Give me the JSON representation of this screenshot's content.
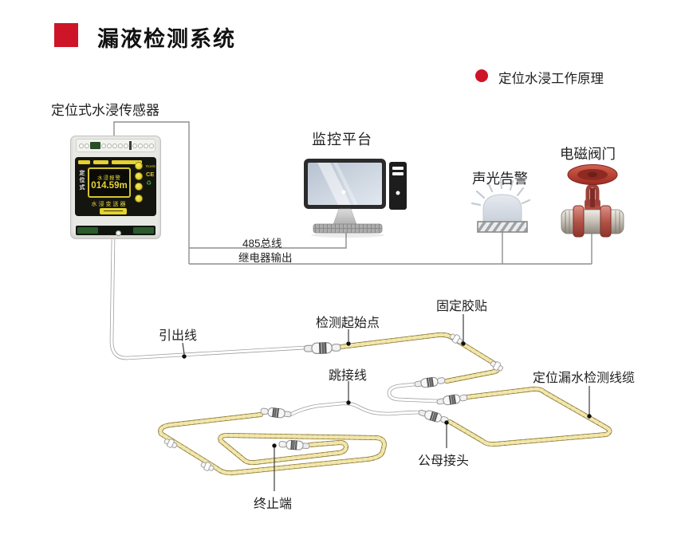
{
  "header": {
    "title": "漏液检测系统",
    "subtitle": "定位水浸工作原理"
  },
  "sensor": {
    "label": "定位式水浸传感器",
    "side_text": "定位式",
    "display": {
      "line1": "水浸报警",
      "value": "014.59m"
    },
    "panel_text": "水浸变送器",
    "certs": {
      "rohs": "RoHS",
      "ce": "CE",
      "recycle_icon": "♻"
    }
  },
  "platform": {
    "monitor_label": "监控平台"
  },
  "alarm": {
    "label": "声光告警"
  },
  "valve": {
    "label": "电磁阀门"
  },
  "wiring": {
    "bus_label": "485总线",
    "relay_label": "继电器输出"
  },
  "cable": {
    "lead_wire": "引出线",
    "start_point": "检测起始点",
    "fixing_tape": "固定胶贴",
    "jumper_wire": "跳接线",
    "detection_cable": "定位漏水检测线缆",
    "connector": "公母接头",
    "end_terminal": "终止端"
  },
  "colors": {
    "accent_red": "#ce1528",
    "cable_yellow": "#cdb95e",
    "display_yellow": "#e6d63a",
    "wire_gray": "#8f8f8f"
  }
}
